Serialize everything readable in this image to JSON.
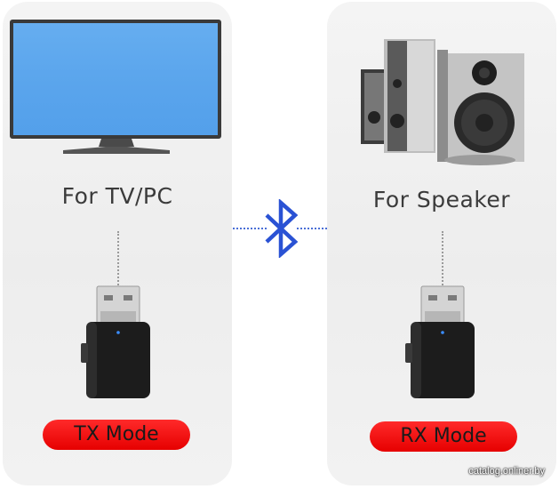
{
  "left_panel": {
    "heading": "For TV/PC",
    "mode_label": "TX Mode",
    "device_icon": "tv-monitor-icon"
  },
  "right_panel": {
    "heading": "For Speaker",
    "mode_label": "RX Mode",
    "device_icon": "speaker-icon"
  },
  "connector": {
    "icon": "bluetooth-icon"
  },
  "watermark": "catalog.onliner.by",
  "colors": {
    "pill_red": "#e60000",
    "bluetooth_blue": "#2a52d4",
    "screen_blue": "#5aa6ee"
  }
}
